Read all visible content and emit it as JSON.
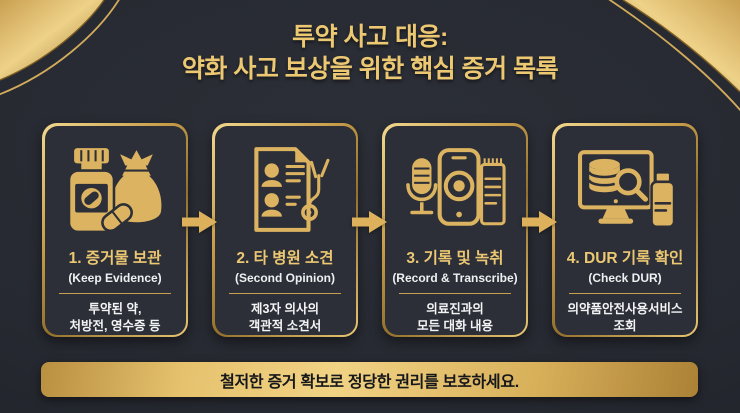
{
  "header": {
    "title_line1": "투약 사고 대응:",
    "title_line2": "약화 사고 보상을 위한 핵심 증거 목록"
  },
  "steps": [
    {
      "icon": "pill-bottle-pouch-icon",
      "title": "1. 증거물 보관",
      "subtitle": "(Keep Evidence)",
      "body_line1": "투약된 약,",
      "body_line2": "처방전, 영수증 등"
    },
    {
      "icon": "doctor-report-stethoscope-icon",
      "title": "2. 타 병원 소견",
      "subtitle": "(Second Opinion)",
      "body_line1": "제3자 의사의",
      "body_line2": "객관적 소견서"
    },
    {
      "icon": "microphone-phone-notepad-icon",
      "title": "3. 기록 및 녹취",
      "subtitle": "(Record & Transcribe)",
      "body_line1": "의료진과의",
      "body_line2": "모든 대화 내용"
    },
    {
      "icon": "monitor-database-magnifier-icon",
      "title": "4. DUR 기록 확인",
      "subtitle": "(Check DUR)",
      "body_line1": "의약품안전사용서비스",
      "body_line2": "조회"
    }
  ],
  "footer": {
    "message": "철저한 증거 확보로 정당한 권리를 보호하세요."
  },
  "colors": {
    "gold_text": "#ecc873",
    "gold_bright": "#f1d384",
    "gold_deep": "#a87d32",
    "background": "#262931",
    "card_background": "#2c2f37",
    "body_text": "#f3f4f6",
    "banner_text": "#16171b"
  }
}
